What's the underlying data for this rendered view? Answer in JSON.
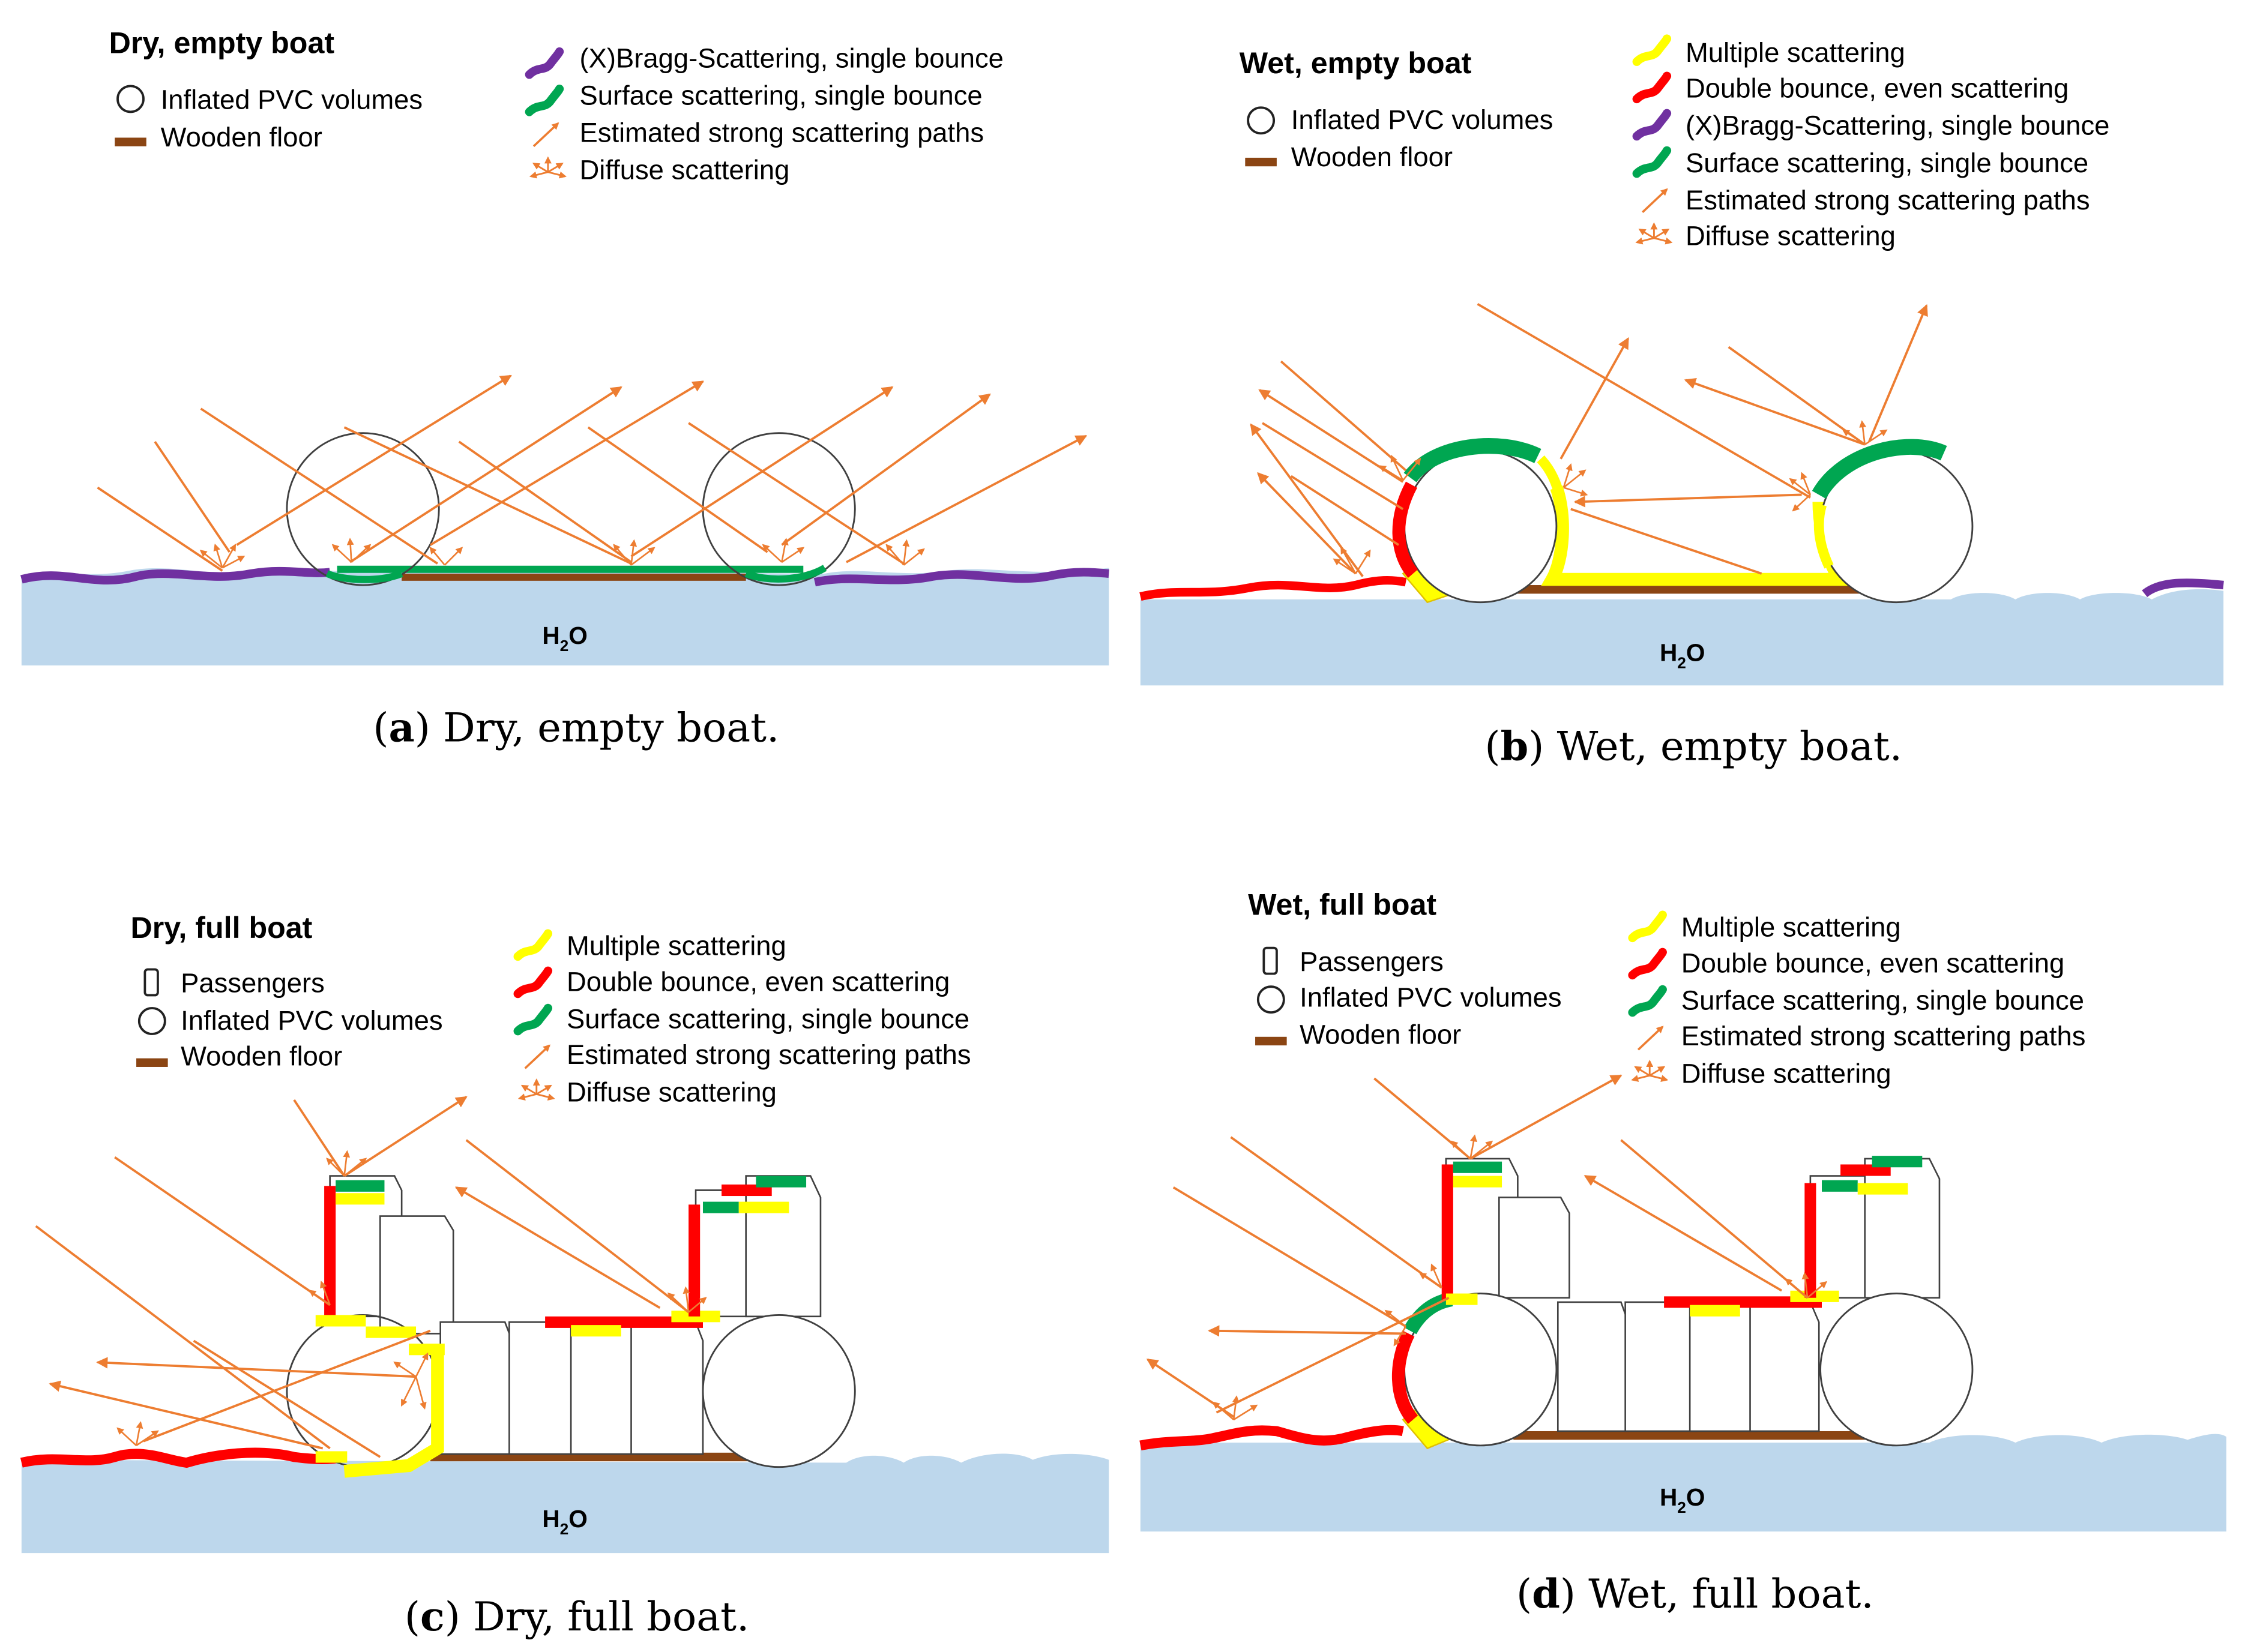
{
  "colors": {
    "water": "#bdd7ec",
    "purple": "#7030a0",
    "green": "#00a651",
    "red": "#ff0000",
    "yellow": "#ffff00",
    "floor": "#8b4513",
    "arrow": "#ed7d31",
    "outline": "#404040"
  },
  "legend_items": {
    "bragg": "(X)Bragg-Scattering, single bounce",
    "surface": "Surface scattering, single bounce",
    "multiple": "Multiple scattering",
    "double": "Double bounce, even scattering",
    "strong": "Estimated strong scattering paths",
    "diffuse": "Diffuse scattering",
    "passengers": "Passengers",
    "pvc": "Inflated PVC volumes",
    "floor": "Wooden floor"
  },
  "water_label_main": "H",
  "water_label_sub": "2",
  "water_label_end": "O",
  "panels": [
    {
      "title": "Dry, empty boat",
      "caption_letter": "a",
      "caption_text": "Dry, empty boat."
    },
    {
      "title": "Wet, empty boat",
      "caption_letter": "b",
      "caption_text": "Wet, empty boat."
    },
    {
      "title": "Dry, full boat",
      "caption_letter": "c",
      "caption_text": "Dry, full boat."
    },
    {
      "title": "Wet, full boat",
      "caption_letter": "d",
      "caption_text": "Wet, full boat."
    }
  ]
}
